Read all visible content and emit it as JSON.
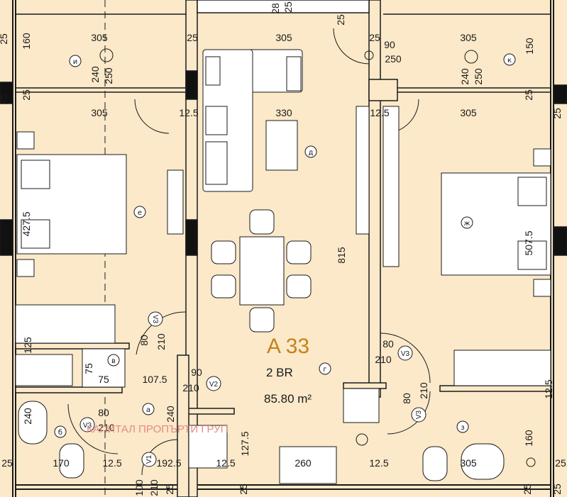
{
  "apartment": {
    "code": "A 33",
    "type": "2 BR",
    "area": "85.80 m²",
    "watermark": "КАПИТАЛ ПРОПЪРТИ ГРУП"
  },
  "room_labels": {
    "i": "и",
    "k": "к",
    "d": "д",
    "e": "е",
    "zh": "ж",
    "v": "в",
    "g": "г",
    "a": "а",
    "b": "б",
    "z": "з"
  },
  "door_codes": {
    "v3_left": "V3",
    "v2": "V2",
    "v3_right": "V3",
    "v3_bath": "V3",
    "v3_bottom": "V3",
    "v1": "V1"
  },
  "dimensions": {
    "d25_a": "25",
    "d160_a": "160",
    "d305_a": "305",
    "d25_b": "25",
    "d305_b": "305",
    "d25_c": "25",
    "d305_c": "305",
    "d150": "150",
    "d28": "28",
    "d25_top": "25",
    "d25_d": "25",
    "d240_a": "240",
    "d250_a": "250",
    "d90_a": "90",
    "d250_b": "250",
    "d240_b": "240",
    "d250_c": "250",
    "d25_e": "25",
    "d25_f": "25",
    "d305_d": "305",
    "d125_a": "12.5",
    "d330": "330",
    "d125_b": "12.5",
    "d305_e": "305",
    "d25_g": "25",
    "d25_h": "25",
    "d4275": "427.5",
    "d5075": "507.5",
    "d815": "815",
    "d80_a": "80",
    "d210_a": "210",
    "d125_c": "125",
    "d80_b": "80",
    "d210_b": "210",
    "d75_a": "75",
    "d75_b": "75",
    "d1075": "107.5",
    "d90_b": "90",
    "d210_c": "210",
    "d80_c": "80",
    "d210_d": "210",
    "d125_d": "12.5",
    "d240_c": "240",
    "d80_d": "80",
    "d210_e": "210",
    "d240_d": "240",
    "d1275": "127.5",
    "d160_b": "160",
    "d25_i": "25",
    "d170": "170",
    "d125_e": "12.5",
    "d1925": "192.5",
    "d125_f": "12.5",
    "d260": "260",
    "d125_g": "12.5",
    "d305_f": "305",
    "d25_j": "25",
    "d100": "100",
    "d210_f": "210",
    "d25_k": "25",
    "d25_l": "25",
    "d25_m": "25",
    "d25_n": "25"
  }
}
